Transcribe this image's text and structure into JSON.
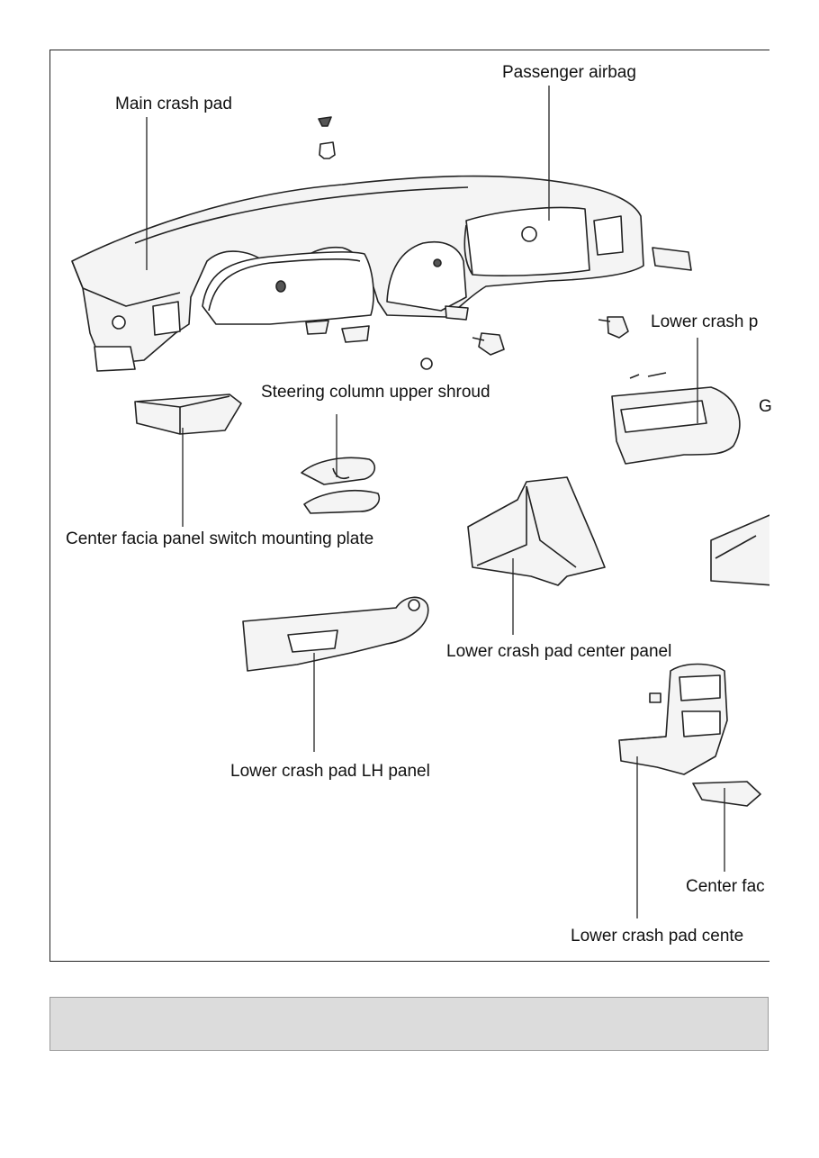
{
  "labels": {
    "main_crash_pad": "Main crash pad",
    "passenger_airbag": "Passenger airbag",
    "lower_crash_pad_right": "Lower crash p",
    "glove_box_partial": "G",
    "steering_column_upper_shroud": "Steering column upper shroud",
    "center_facia_switch_plate": "Center facia panel switch mounting plate",
    "lower_crash_pad_center_panel": "Lower crash pad center panel",
    "lower_crash_pad_lh_panel": "Lower crash pad LH panel",
    "center_facia_partial": "Center fac",
    "lower_crash_pad_center_partial": "Lower crash pad cente"
  },
  "colors": {
    "line": "#222222",
    "part_fill": "#f4f4f4",
    "caption_box": "#dcdcdc"
  }
}
